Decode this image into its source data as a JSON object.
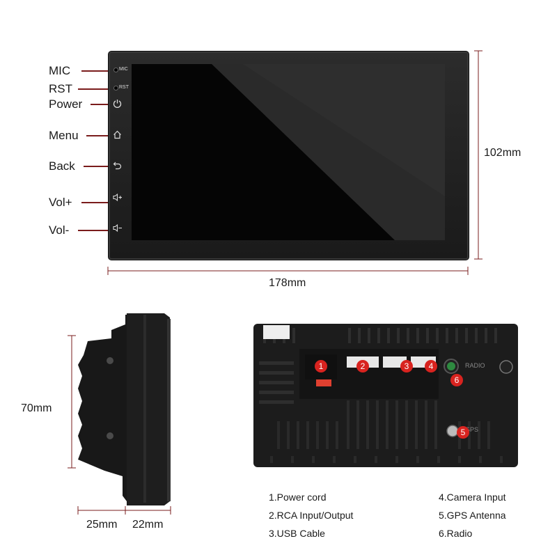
{
  "front": {
    "buttons": [
      "MIC",
      "RST",
      "Power",
      "Menu",
      "Back",
      "Vol+",
      "Vol-"
    ],
    "bezel_mic": "MIC",
    "bezel_rst": "RST",
    "height_dim": "102mm",
    "width_dim": "178mm"
  },
  "side": {
    "height_dim": "70mm",
    "depth_a": "25mm",
    "depth_b": "22mm"
  },
  "rear": {
    "radio_text": "RADIO",
    "gps_text": "GPS",
    "connectors": [
      {
        "num": "1",
        "name": "1.Power cord"
      },
      {
        "num": "2",
        "name": "2.RCA Input/Output"
      },
      {
        "num": "3",
        "name": "3.USB Cable"
      },
      {
        "num": "4",
        "name": "4.Camera Input"
      },
      {
        "num": "5",
        "name": "5.GPS Antenna"
      },
      {
        "num": "6",
        "name": "6.Radio"
      }
    ]
  },
  "colors": {
    "accent": "#d8231f",
    "leader": "#7a1c1c",
    "device": "#222222"
  }
}
